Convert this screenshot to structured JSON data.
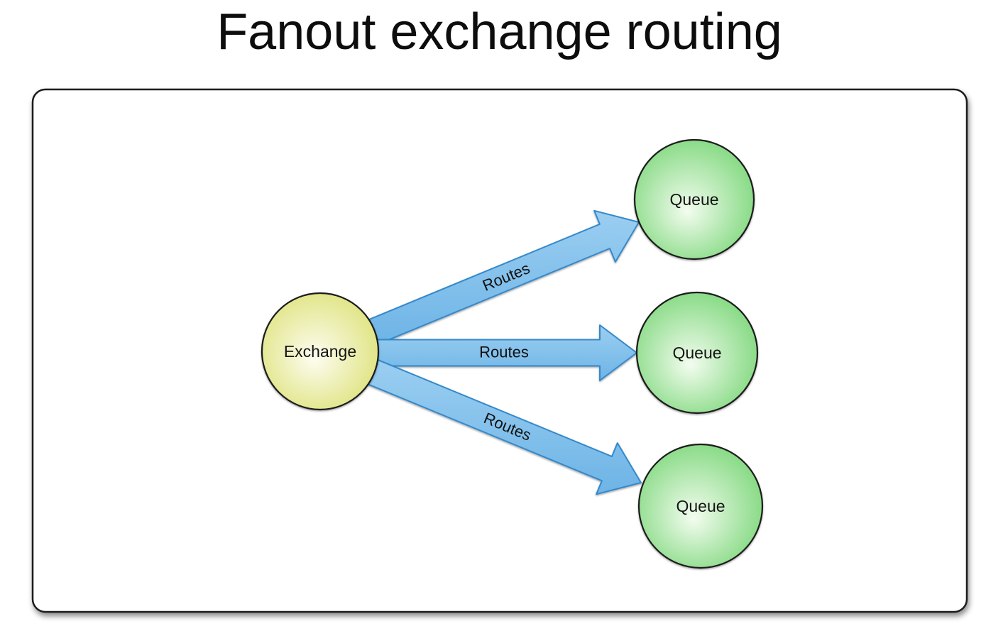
{
  "title": "Fanout exchange routing",
  "diagram": {
    "type": "fanout-exchange-topology",
    "exchange": {
      "label": "Exchange"
    },
    "queues": [
      {
        "label": "Queue"
      },
      {
        "label": "Queue"
      },
      {
        "label": "Queue"
      }
    ],
    "routes": [
      {
        "label": "Routes"
      },
      {
        "label": "Routes"
      },
      {
        "label": "Routes"
      }
    ],
    "colors": {
      "exchange_fill_center": "#fdfdf1",
      "exchange_fill_edge": "#dce176",
      "queue_fill_center": "#f3fcef",
      "queue_fill_edge": "#79d677",
      "node_stroke": "#1e1e1e",
      "arrow_fill_light": "#9bcef1",
      "arrow_fill_dark": "#6db4e6",
      "arrow_stroke": "#3689ca",
      "frame_stroke": "#1b1b1b",
      "frame_fill": "#ffffff",
      "title_color": "#0d0d0d",
      "label_color": "#141414"
    }
  }
}
